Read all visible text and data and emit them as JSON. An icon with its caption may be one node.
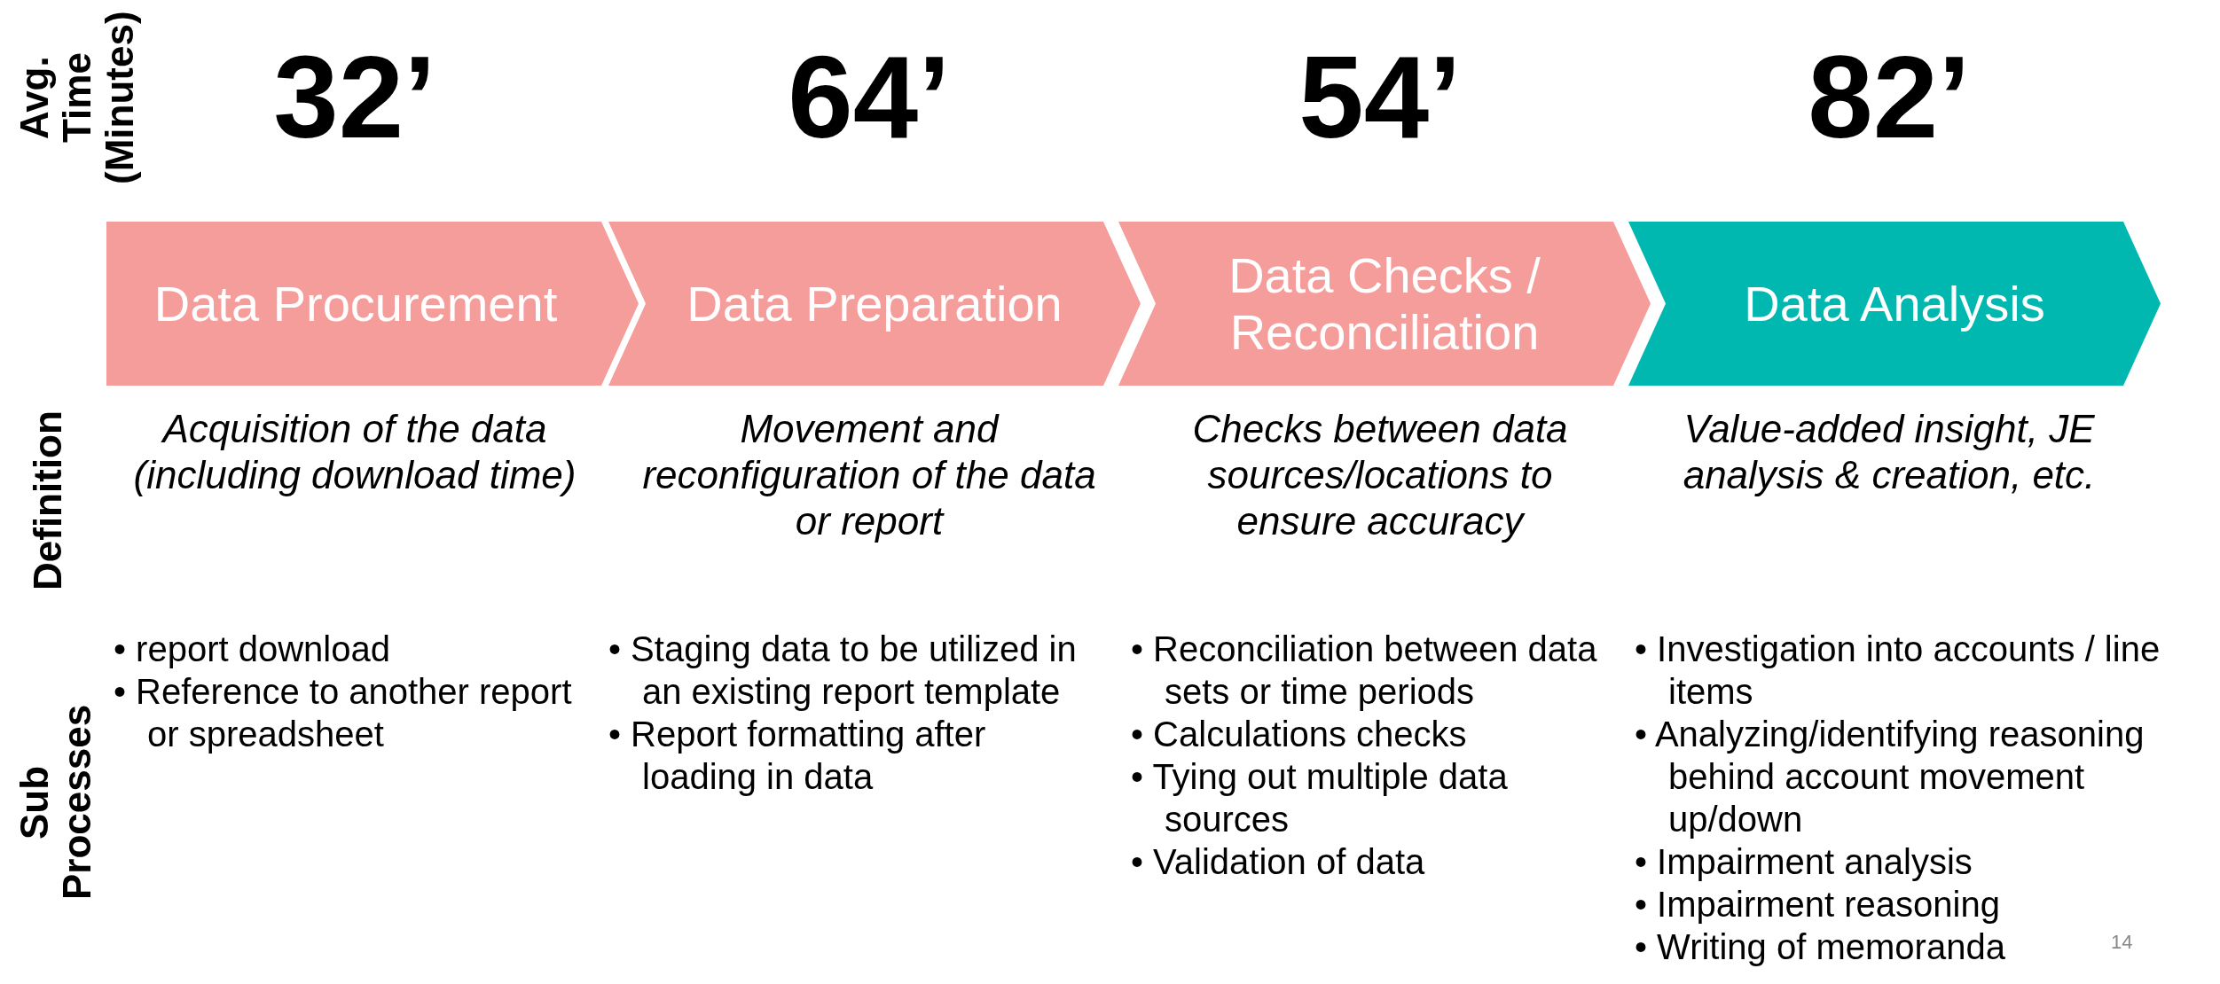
{
  "diagram": {
    "nodes": [
      {
        "text": [
          "Data Procurement"
        ],
        "beside": [
          "32’",
          "Acquisition of the data (including download time)",
          "• report download",
          "• Reference to another report or spreadsheet"
        ]
      },
      {
        "text": [
          "Data Preparation"
        ],
        "beside": [
          "64’",
          "Movement and reconfiguration of the data or report",
          "• Staging data to be utilized in an existing report template",
          "• Report formatting after loading in data"
        ]
      },
      {
        "text": [
          "Data Checks / Reconciliation"
        ],
        "beside": [
          "54’",
          "Checks between data sources/locations to ensure accuracy",
          "• Reconciliation between data sets or time periods",
          "• Calculations checks",
          "• Tying out multiple data sources",
          "• Validation of data"
        ]
      },
      {
        "text": [
          "Data Analysis"
        ],
        "beside": [
          "82’",
          "Value-added insight, JE analysis & creation, etc.",
          "• Investigation into accounts / line items",
          "• Analyzing/identifying reasoning behind account movement up/down",
          "• Impairment analysis",
          "• Impairment reasoning",
          "• Writing of memoranda"
        ]
      }
    ],
    "edges": [],
    "labels": [
      "Avg. Time (Minutes)",
      "Definition",
      "Sub Processes",
      "14"
    ]
  }
}
